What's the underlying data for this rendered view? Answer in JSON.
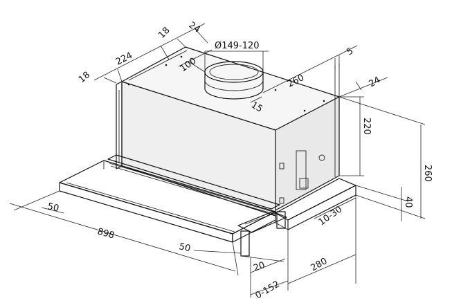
{
  "dimensions": {
    "d18_left": "18",
    "d224": "224",
    "d18_top": "18",
    "d24_top": "24",
    "duct": "Ø149-120",
    "d100": "100",
    "d260_depth": "260",
    "d5": "5",
    "d24_right": "24",
    "d15": "15",
    "d220": "220",
    "d260_height": "260",
    "d40": "40",
    "d50_left": "50",
    "d898": "898",
    "d50_front": "50",
    "d10_30": "10-30",
    "d20": "20",
    "d280": "280",
    "d0_152": "0-152"
  }
}
